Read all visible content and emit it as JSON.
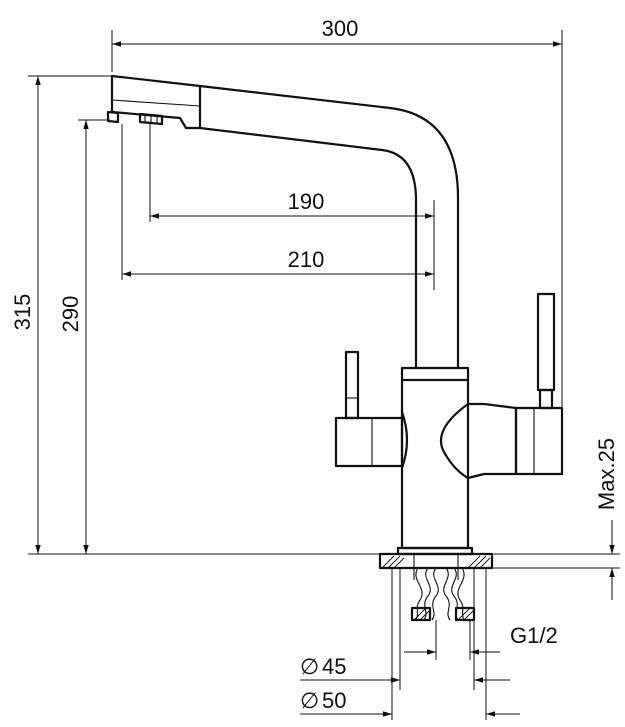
{
  "dimensions": {
    "overall_width": "300",
    "spout_reach_inner": "190",
    "spout_reach_outer": "210",
    "total_height": "315",
    "spout_height": "290",
    "max_countertop": "Max.25",
    "thread": "G1/2",
    "hole_min": "45",
    "hole_max": "50"
  },
  "symbols": {
    "diameter": "∅"
  },
  "colors": {
    "line": "#111111",
    "background": "#ffffff"
  }
}
